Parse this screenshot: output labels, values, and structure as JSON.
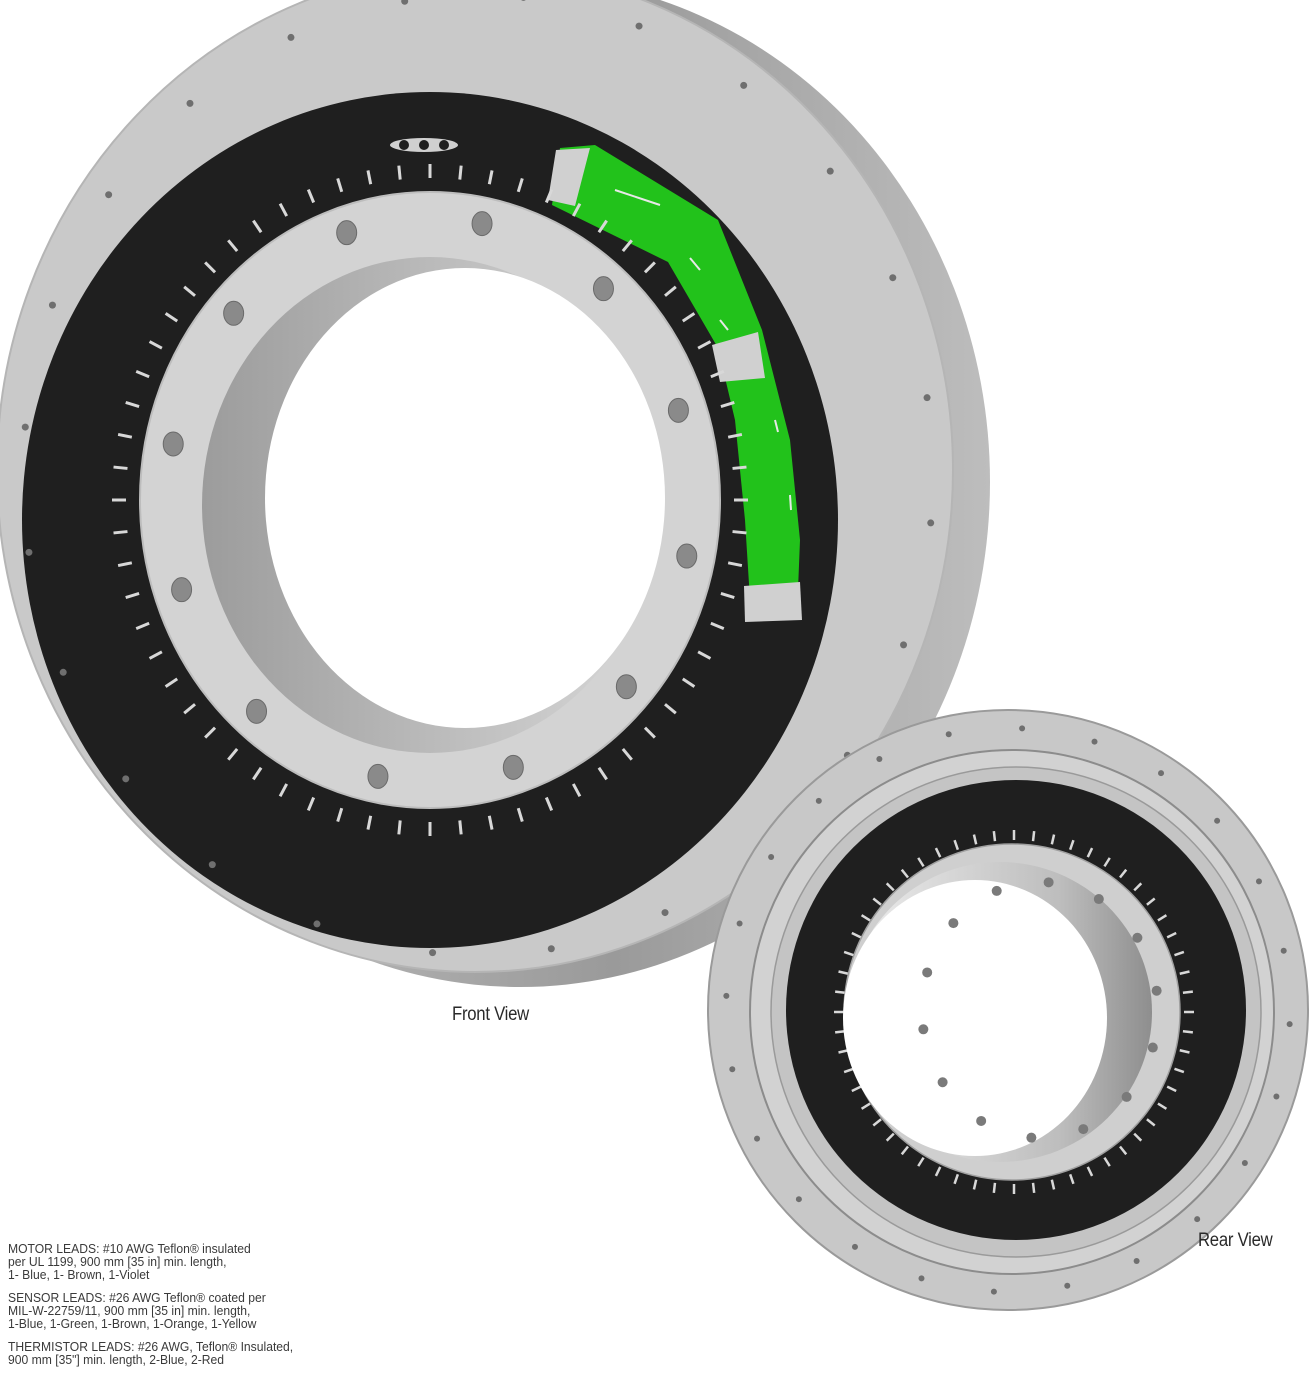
{
  "captions": {
    "front_view": "Front View",
    "rear_view": "Rear View"
  },
  "notes": [
    {
      "lines": [
        "MOTOR LEADS: #10 AWG Teflon® insulated",
        "per UL 1199, 900 mm [35 in] min. length,",
        "1- Blue, 1- Brown, 1-Violet"
      ]
    },
    {
      "lines": [
        "SENSOR LEADS: #26 AWG Teflon® coated per",
        "MIL-W-22759/11, 900 mm [35 in] min. length,",
        "1-Blue, 1-Green, 1-Brown, 1-Orange, 1-Yellow"
      ]
    },
    {
      "lines": [
        "THERMISTOR LEADS:  #26 AWG, Teflon® Insulated,",
        "900 mm [35\"] min. length, 2-Blue, 2-Red"
      ]
    }
  ],
  "colors": {
    "housing": "#c9c9c9",
    "housing_shadow": "#a8a8a8",
    "stator": "#1f1f1f",
    "rotor": "#d3d3d3",
    "encoder_board": "#22c21b"
  }
}
